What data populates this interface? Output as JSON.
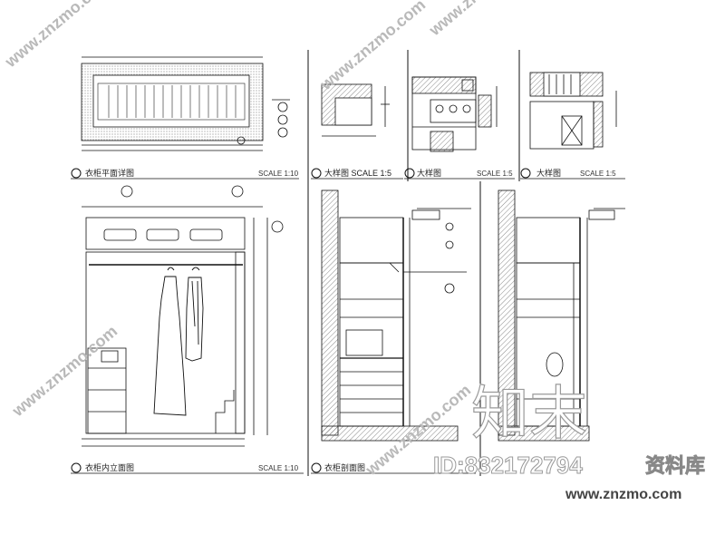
{
  "drawings": {
    "plan_top": {
      "title": "衣柜平面详图",
      "scale": "SCALE 1:10"
    },
    "detail_a": {
      "title": "大样图 SCALE 1:5",
      "scale": ""
    },
    "detail_b": {
      "title": "大样图",
      "scale": "SCALE 1:5"
    },
    "detail_c": {
      "title": "大样图",
      "scale": "SCALE 1:5"
    },
    "elev_front": {
      "title": "衣柜内立面图",
      "scale": "SCALE 1:10"
    },
    "section": {
      "title": "衣柜剖面图",
      "scale": ""
    },
    "section2": {
      "title": "",
      "scale": ""
    }
  },
  "watermark": {
    "site_diag": "www.znzmo.com",
    "zhi_char": "知末",
    "id_text": "ID:832172794",
    "lib_text": "资料库",
    "site_text": "www.znzmo.com"
  },
  "colors": {
    "line": "#111111",
    "hatch": "#555555",
    "watermark": "#b9b9b9"
  }
}
